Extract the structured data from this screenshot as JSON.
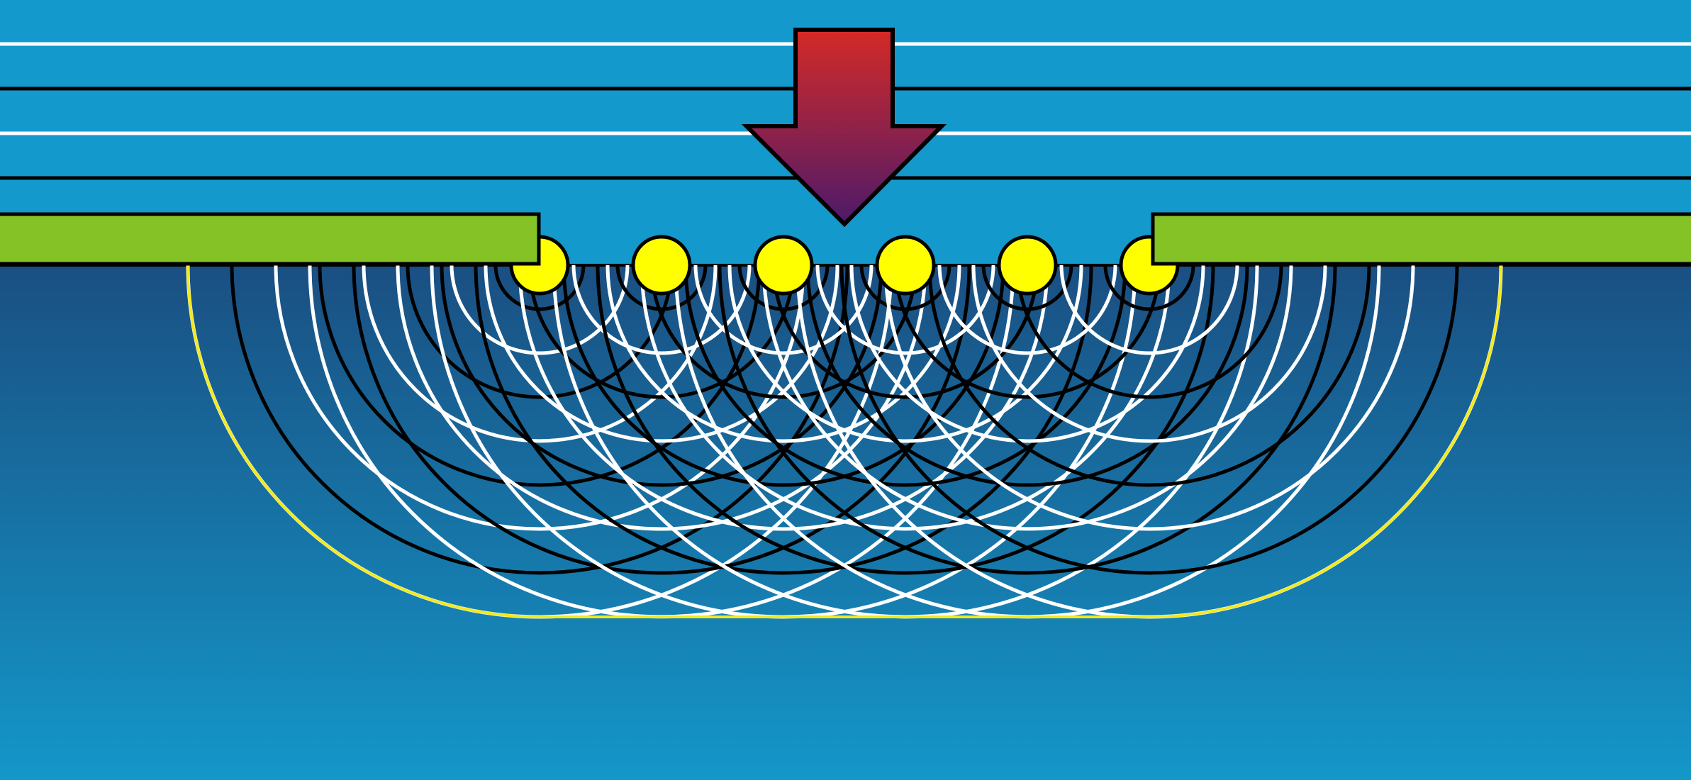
{
  "diagram": {
    "kind": "huygens-principle-aperture",
    "colors": {
      "upper_medium": "#1399cb",
      "lower_medium_top": "#1a4f82",
      "lower_medium_bottom": "#1497c9",
      "barrier": "#84c225",
      "wavelet_source": "#ffff00",
      "crest": "#ffffff",
      "trough": "#000000",
      "envelope": "#f2ea1e",
      "arrow_top": "#d42a26",
      "arrow_bottom": "#4d1a6a",
      "outline": "#000000"
    },
    "incident_wavefronts": [
      {
        "name": "crest",
        "color": "#ffffff"
      },
      {
        "name": "trough",
        "color": "#000000"
      },
      {
        "name": "crest",
        "color": "#ffffff"
      },
      {
        "name": "trough",
        "color": "#000000"
      }
    ],
    "barriers": [
      {
        "name": "left-barrier"
      },
      {
        "name": "right-barrier"
      }
    ],
    "sources": [
      {
        "name": "wavelet-source-1"
      },
      {
        "name": "wavelet-source-2"
      },
      {
        "name": "wavelet-source-3"
      },
      {
        "name": "wavelet-source-4"
      },
      {
        "name": "wavelet-source-5"
      },
      {
        "name": "wavelet-source-6"
      }
    ],
    "wavelet_count_per_source": 8,
    "propagation_direction": "down"
  }
}
